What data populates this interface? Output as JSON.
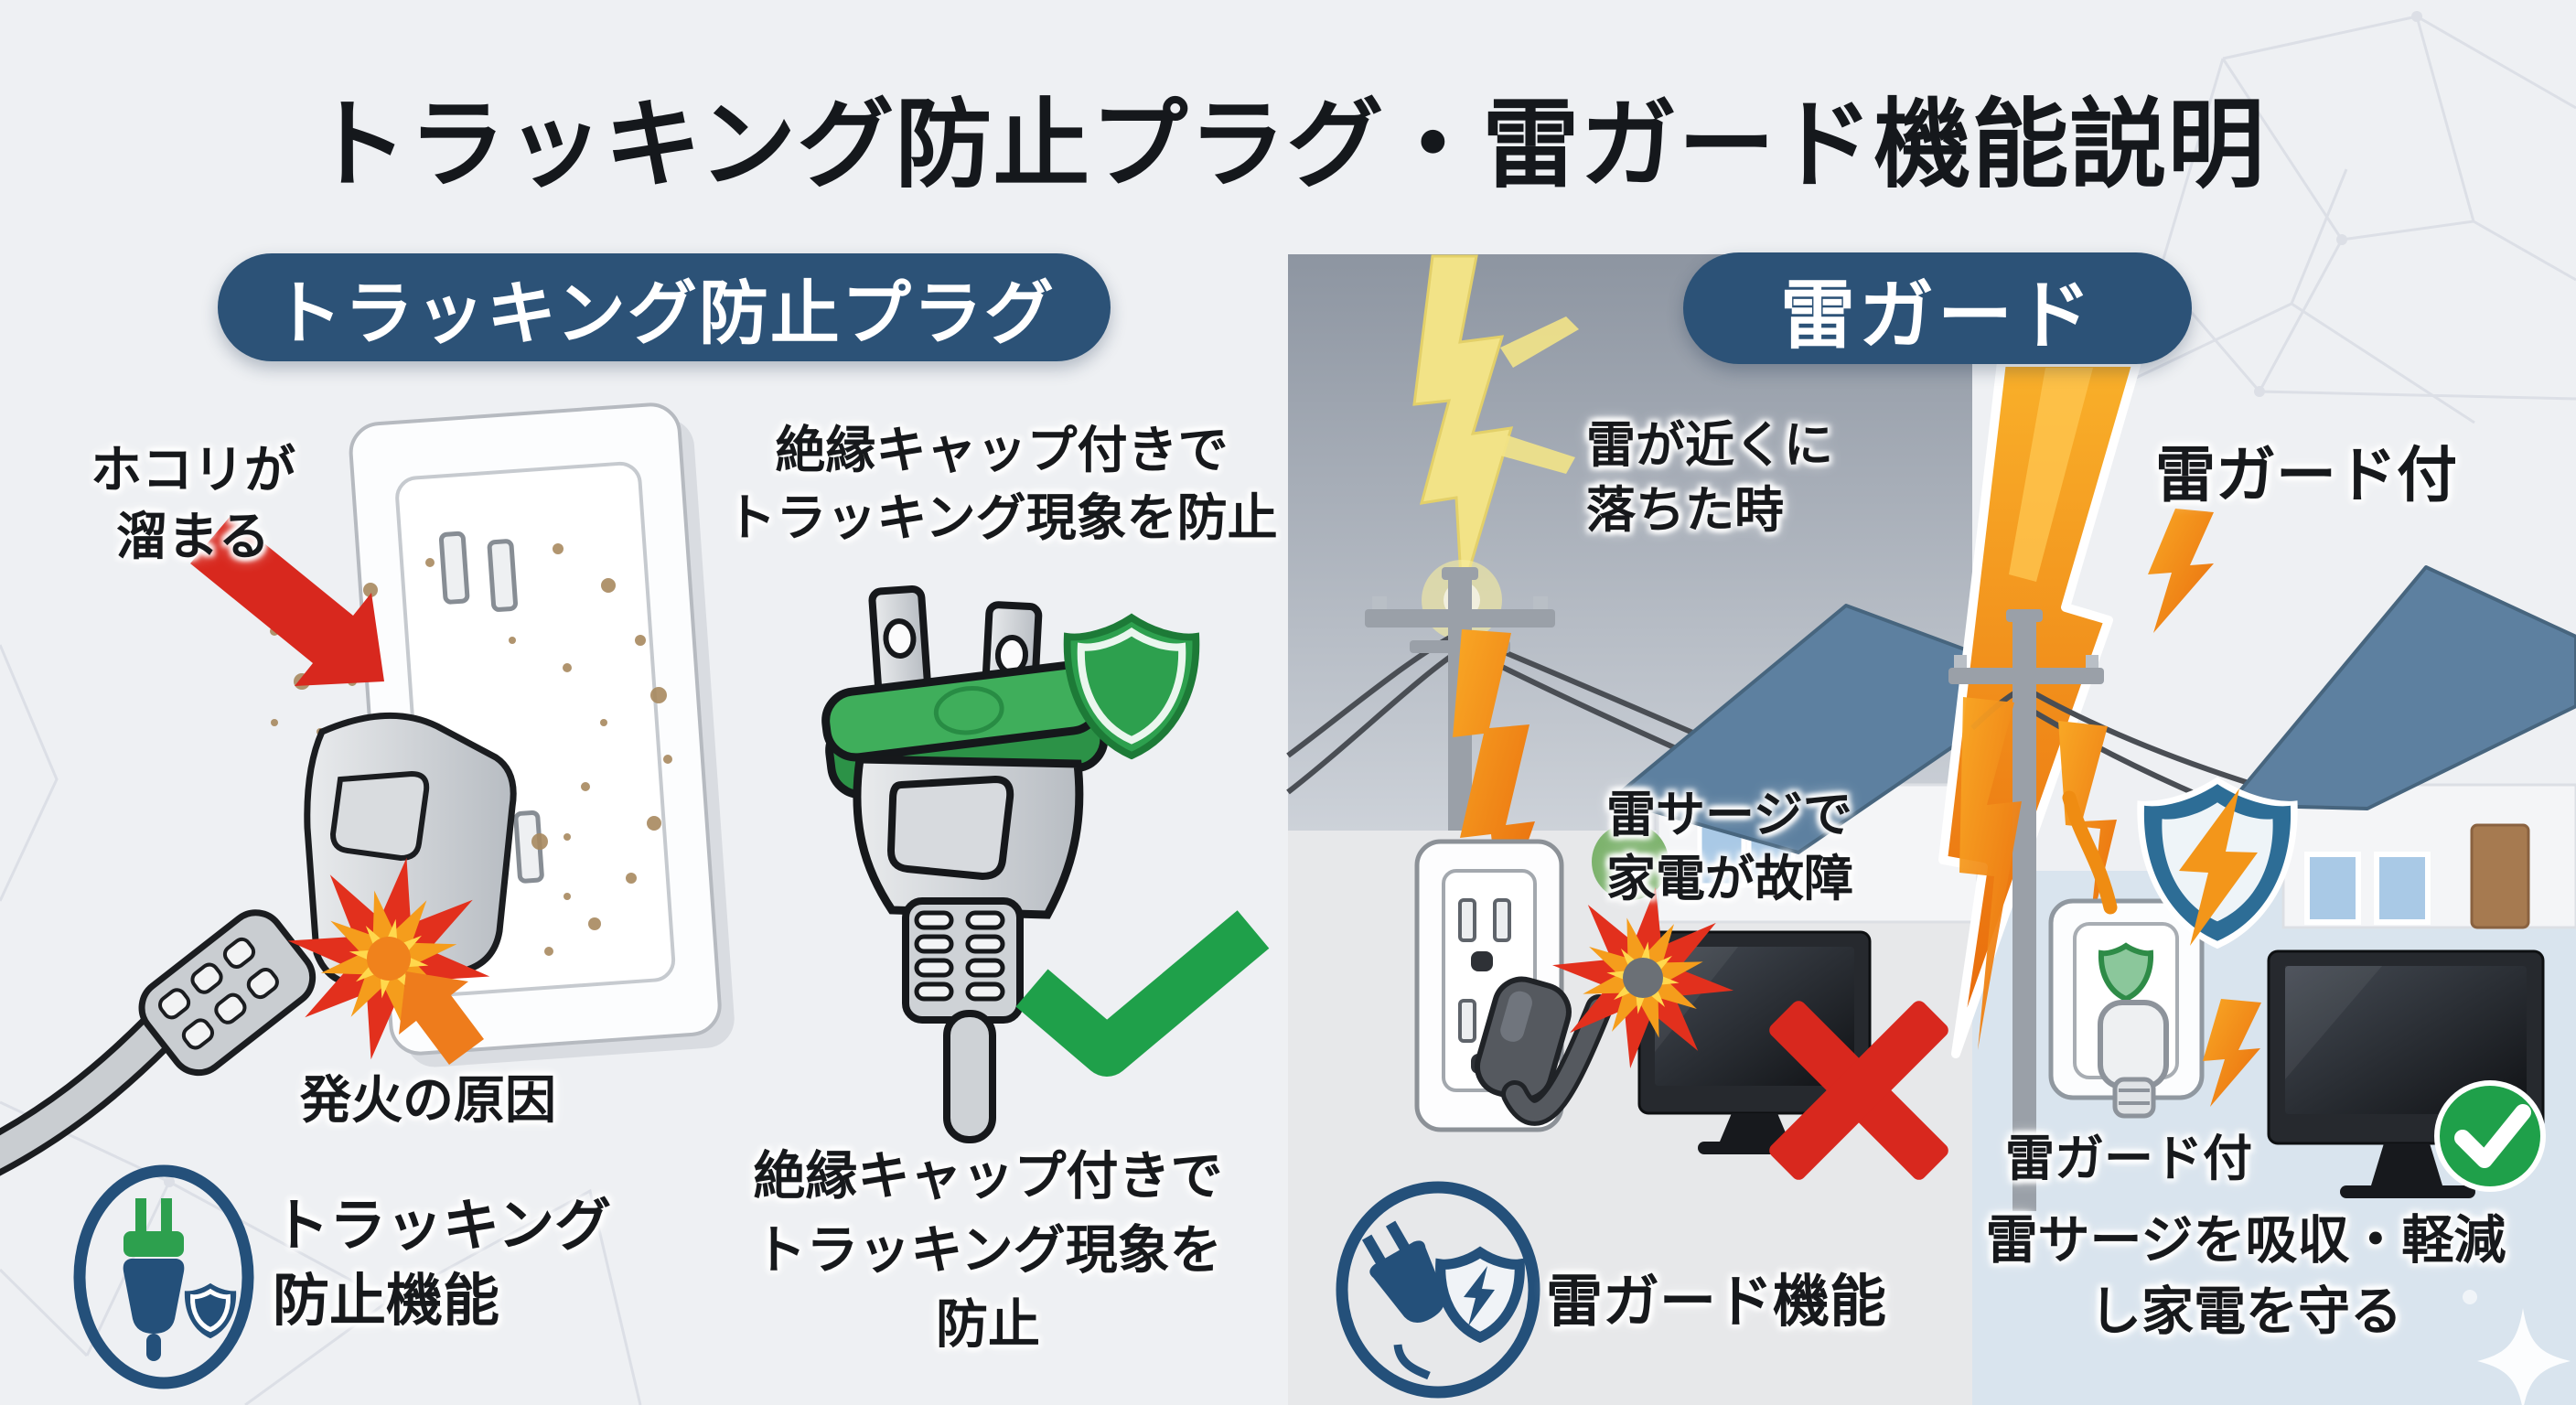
{
  "title": "トラッキング防止プラグ・雷ガード機能説明",
  "left_section": {
    "header": "トラッキング防止プラグ",
    "dust_label": {
      "line1": "ホコリが",
      "line2": "溜まる"
    },
    "cap_note_top": {
      "line1": "絶縁キャップ付きで",
      "line2": "トラッキング現象を防止"
    },
    "fire_cause_label": "発火の原因",
    "feature_badge": {
      "line1": "トラッキング",
      "line2": "防止機能"
    },
    "cap_note_bottom": {
      "line1": "絶縁キャップ付きで",
      "line2": "トラッキング現象を",
      "line3": "防止"
    }
  },
  "right_section": {
    "header": "雷ガード",
    "strike_label": {
      "line1": "雷が近くに",
      "line2": "落ちた時"
    },
    "surge_label": {
      "line1": "雷サージで",
      "line2": "家電が故障"
    },
    "feature_badge_label": "雷ガード機能",
    "guarded_house_label": "雷ガード付",
    "guarded_outlet_label": "雷ガード付",
    "protect_note": {
      "line1": "雷サージを吸収・軽減",
      "line2": "し家電を守る"
    }
  },
  "icons": [
    "red-arrow-icon",
    "orange-arrow-icon",
    "spark-burst-icon",
    "dust-particles",
    "wall-outlet",
    "power-plug",
    "insulation-cap",
    "green-shield-icon",
    "green-check-icon",
    "plug-shield-badge-icon",
    "lightning-bolt-icon",
    "utility-pole",
    "power-lines",
    "house",
    "tv-screen",
    "surge-burst-icon",
    "red-x-icon",
    "surge-shield-icon",
    "green-check-badge-icon",
    "sparkle-icon"
  ],
  "colors": {
    "page_bg": "#eef0f3",
    "title_text": "#15181c",
    "label_text": "#17191c",
    "header_pill": "#2c5277",
    "navy": "#24507a",
    "alert_red": "#d8281e",
    "alert_orange": "#ee7c1c",
    "safety_green": "#2da04e",
    "check_green": "#1fa04a",
    "lightning_orange": "#f3961a",
    "lightning_yellow": "#f2e387",
    "shield_blue": "#2d6d96",
    "sky_top": "#8d95a1",
    "sky_bottom": "#cdd2d9",
    "lower_gray": "#e7e8ea",
    "calm_blue": "#d9e4ee",
    "dust_brown": "#a8895f",
    "tv_dark": "#26292e",
    "roof_blue": "#5d80a0"
  }
}
